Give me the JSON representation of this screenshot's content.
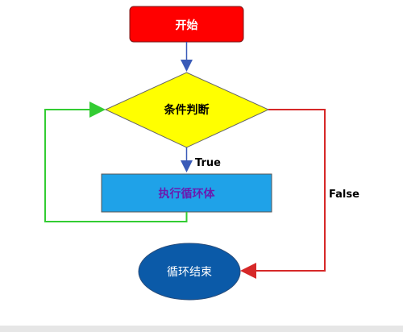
{
  "diagram": {
    "nodes": {
      "start": {
        "label": "开始",
        "fill": "#ff0000",
        "text_color": "#ffffff"
      },
      "condition": {
        "label": "条件判断",
        "fill": "#ffff00",
        "text_color": "#000000"
      },
      "loop_body": {
        "label": "执行循环体",
        "fill": "#1fa2e8",
        "text_color": "#6a1bb0"
      },
      "end": {
        "label": "循环结束",
        "fill": "#0b5aa8",
        "text_color": "#ffffff"
      }
    },
    "edges": {
      "true_label": "True",
      "false_label": "False"
    },
    "colors": {
      "flow_arrow": "#3a5bb8",
      "loop_back": "#33cc33",
      "false_branch": "#d62828"
    }
  }
}
